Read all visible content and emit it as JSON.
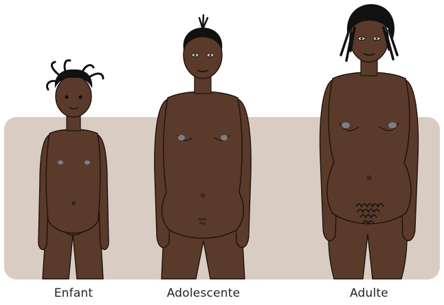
{
  "colors": {
    "background": "#ffffff",
    "panel": "#d9cdc3",
    "skin": "#5a3a2a",
    "skin_shade": "#4a2e21",
    "outline": "#1c120d",
    "hair": "#111111",
    "nipple": "#7d7d86",
    "caption": "#222222"
  },
  "figures": [
    {
      "id": "enfant",
      "label": "Enfant"
    },
    {
      "id": "adolescente",
      "label": "Adolescente"
    },
    {
      "id": "adulte",
      "label": "Adulte"
    }
  ]
}
